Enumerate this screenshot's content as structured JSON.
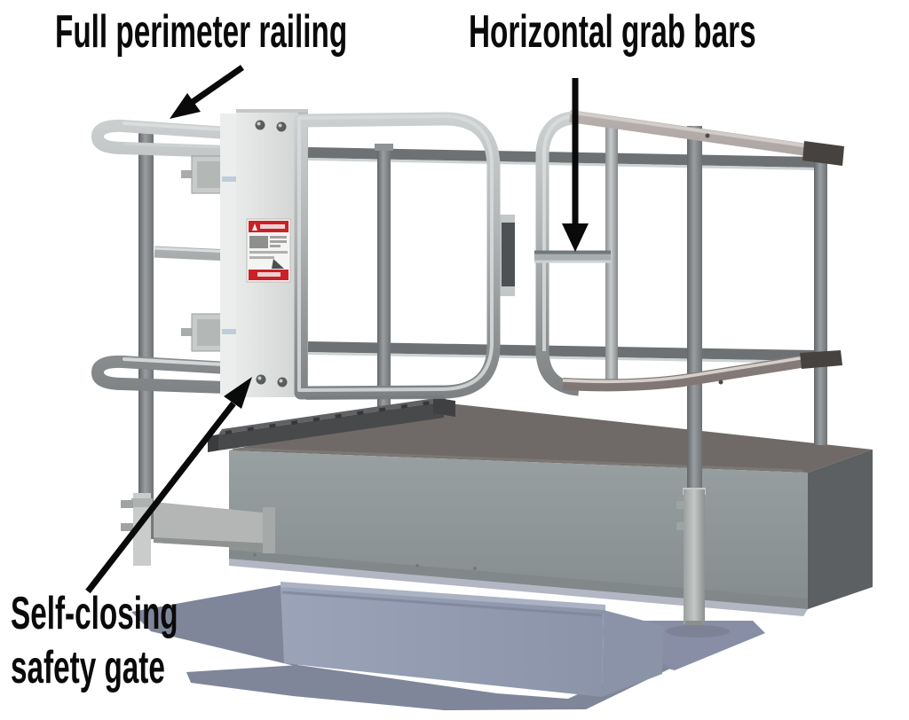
{
  "diagram": {
    "background": "#ffffff",
    "annotations": {
      "full_perimeter_railing": {
        "text": "Full perimeter railing"
      },
      "horizontal_grab_bars": {
        "text": "Horizontal grab bars"
      },
      "self_closing_safety_gate": {
        "line1": "Self-closing",
        "line2": "safety gate"
      }
    },
    "colors": {
      "annotation_text": "#0a0a0a",
      "tube_silver": "#b5b9ba",
      "tube_highlight": "#d8dcdd",
      "tube_shadow": "#767a7c",
      "rear_rail_gray": "#6d7173",
      "rail_warm_gray": "#9a918e",
      "gate_post_panel": "#dcdedd",
      "danger_label_red": "#cb2026",
      "hatch_top_gray": "#6f6a67",
      "hatch_front_gray": "#8f9798",
      "hatch_side_gray": "#5d6062",
      "hinge_strip_dark": "#47494b",
      "curb_blue_gray": "#949db2",
      "roof_shadow": "#808699"
    }
  }
}
